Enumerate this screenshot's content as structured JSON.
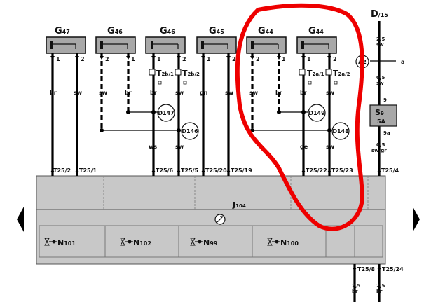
{
  "sensors": [
    {
      "main": "G",
      "sub": "47",
      "pins": [
        "1",
        "2"
      ],
      "wires": [
        "br",
        "sw"
      ],
      "conns": [
        "T25/2",
        "T25/1"
      ]
    },
    {
      "main": "G",
      "sub": "46",
      "pins": [
        "2",
        "1"
      ],
      "wires": [
        "sw",
        "br"
      ]
    },
    {
      "main": "G",
      "sub": "46",
      "pins": [
        "1",
        "2"
      ],
      "wires": [
        "br",
        "sw"
      ],
      "lower_wires": [
        "ws",
        "sw"
      ],
      "conns": [
        "T25/6",
        "T25/5"
      ]
    },
    {
      "main": "G",
      "sub": "45",
      "pins": [
        "1",
        "2"
      ],
      "wires": [
        "gn",
        "sw"
      ],
      "conns": [
        "T25/20",
        "T25/19"
      ]
    },
    {
      "main": "G",
      "sub": "44",
      "pins": [
        "2",
        "1"
      ],
      "wires": [
        "sw",
        "br"
      ]
    },
    {
      "main": "G",
      "sub": "44",
      "pins": [
        "1",
        "2"
      ],
      "wires": [
        "br",
        "sw"
      ],
      "lower_wires": [
        "ge",
        "sw"
      ],
      "conns": [
        "T25/22",
        "T25/23"
      ]
    }
  ],
  "connectors": {
    "t2b1": {
      "main": "T",
      "sub": "2b/1"
    },
    "t2b2": {
      "main": "T",
      "sub": "2b/2"
    },
    "t2a1": {
      "main": "T",
      "sub": "2a/1"
    },
    "t2a2": {
      "main": "T",
      "sub": "2a/2"
    }
  },
  "splices": [
    "D147",
    "D146",
    "D149",
    "D148"
  ],
  "power": {
    "terminal_main": "D",
    "terminal_sub": "/15",
    "gauge_top": "2,5",
    "color_top": "sw",
    "a2_label": "A2",
    "a_label": "a",
    "gauge_mid": "0,5",
    "color_mid": "sw",
    "pin_9": "9",
    "fuse_main": "S",
    "fuse_sub": "9",
    "fuse_rating": "5A",
    "pin_9a": "9a",
    "gauge_bottom": "0,5",
    "color_bottom": "sw/gr",
    "conn": "T25/4"
  },
  "control_unit": {
    "main": "J",
    "sub": "104"
  },
  "valves": [
    {
      "main": "N",
      "sub": "101"
    },
    {
      "main": "N",
      "sub": "102"
    },
    {
      "main": "N",
      "sub": "99"
    },
    {
      "main": "N",
      "sub": "100"
    }
  ],
  "bottom_outputs": [
    {
      "conn": "T25/8",
      "gauge": "2,5",
      "color": "br"
    },
    {
      "conn": "T25/24",
      "gauge": "2,5",
      "color": "br"
    }
  ],
  "colors": {
    "panel": "#c8c8c8",
    "wire": "#000000",
    "highlight": "#ee0000",
    "sensor_box": "#a8a8a8"
  }
}
